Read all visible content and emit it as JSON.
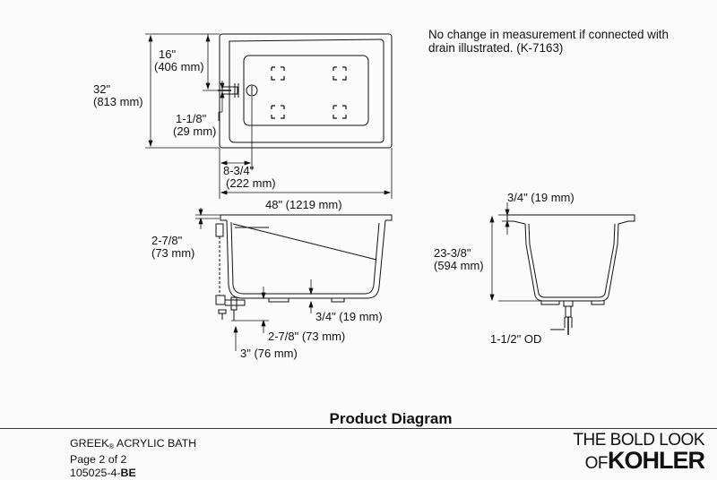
{
  "note": {
    "line1": "No change in measurement if connected with",
    "line2": "drain illustrated. (K-7163)"
  },
  "dims": {
    "d16": "16\"",
    "d16mm": "(406 mm)",
    "d32": "32\"",
    "d32mm": "(813 mm)",
    "d118": "1-1/8\"",
    "d118mm": "(29 mm)",
    "d834": "8-3/4\"",
    "d834mm": "(222 mm)",
    "d48": "48\" (1219 mm)",
    "d278a": "2-7/8\"",
    "d278amm": "(73 mm)",
    "d34a": "3/4\" (19 mm)",
    "d278b": "2-7/8\" (73 mm)",
    "d3": "3\" (76 mm)",
    "d34b": "3/4\" (19 mm)",
    "d2338": "23-3/8\"",
    "d2338mm": "(594 mm)",
    "d112": "1-1/2\" OD"
  },
  "footer": {
    "title": "Product Diagram",
    "product_name": "GREEK",
    "product_reg": "®",
    "product_type": " ACRYLIC BATH",
    "page": "Page 2 of 2",
    "doc_prefix": "105025-4-",
    "doc_suffix": "BE"
  },
  "brand": {
    "tagline": "THE BOLD LOOK",
    "of": "OF",
    "name": "KOHLER"
  }
}
